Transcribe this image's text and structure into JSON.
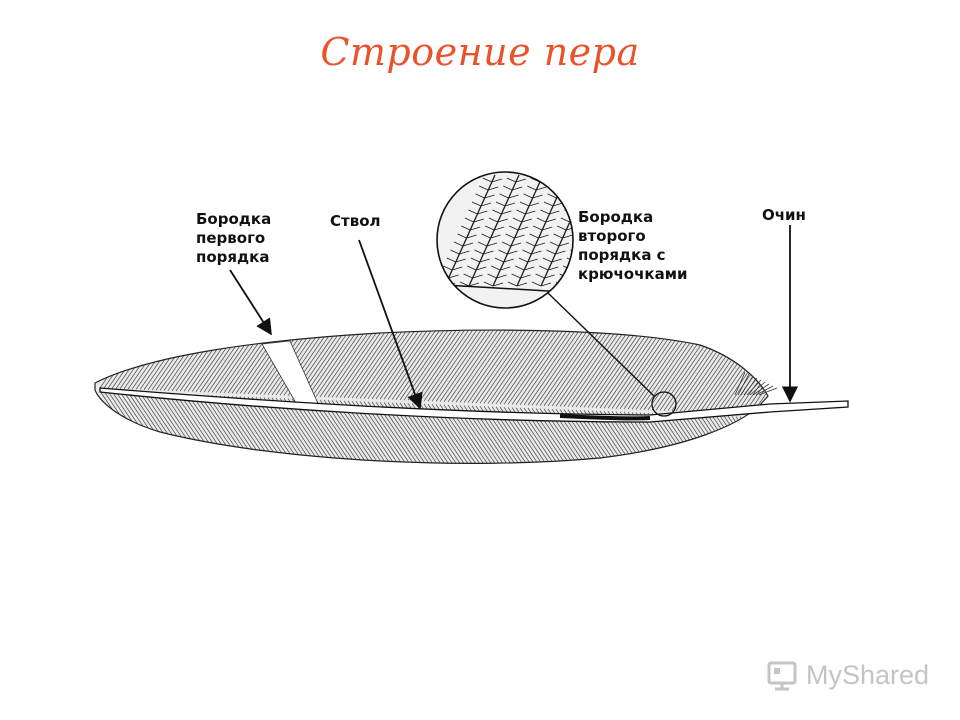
{
  "title": "Строение пера",
  "colors": {
    "title": "#e8532b",
    "ink": "#111111",
    "watermark": "#c4c4c4"
  },
  "labels": {
    "barb": [
      "Бородка",
      "первого",
      "порядка"
    ],
    "shaft": [
      "Ствол"
    ],
    "barbule": [
      "Бородка",
      "второго",
      "порядка с",
      "крючочками"
    ],
    "quill": [
      "Очин"
    ]
  },
  "watermark": {
    "text": "MyShared",
    "icon": "presentation-screen-icon"
  }
}
